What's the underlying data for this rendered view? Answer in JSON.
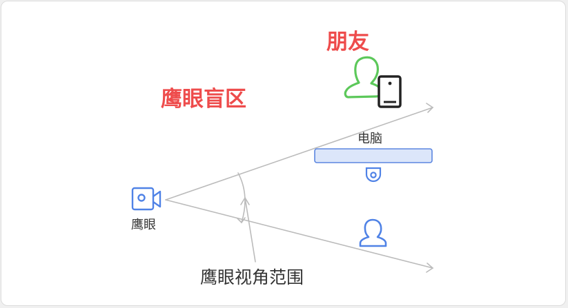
{
  "labels": {
    "blind_zone": "鹰眼盲区",
    "friend": "朋友",
    "computer": "电脑",
    "eagle_eye": "鹰眼",
    "view_range": "鹰眼视角范围"
  },
  "colors": {
    "highlight_red": "#ee4c4c",
    "line_gray": "#bbbbbb",
    "icon_blue": "#4f82e6",
    "friend_green": "#5cc85a",
    "device_black": "#222222",
    "computer_fill": "#dce6fa",
    "computer_border": "#5b86e0"
  },
  "icons": {
    "camera": "video-camera-icon",
    "friend": "person-icon",
    "tablet": "tablet-icon",
    "webcam": "webcam-icon",
    "person": "person-icon"
  }
}
